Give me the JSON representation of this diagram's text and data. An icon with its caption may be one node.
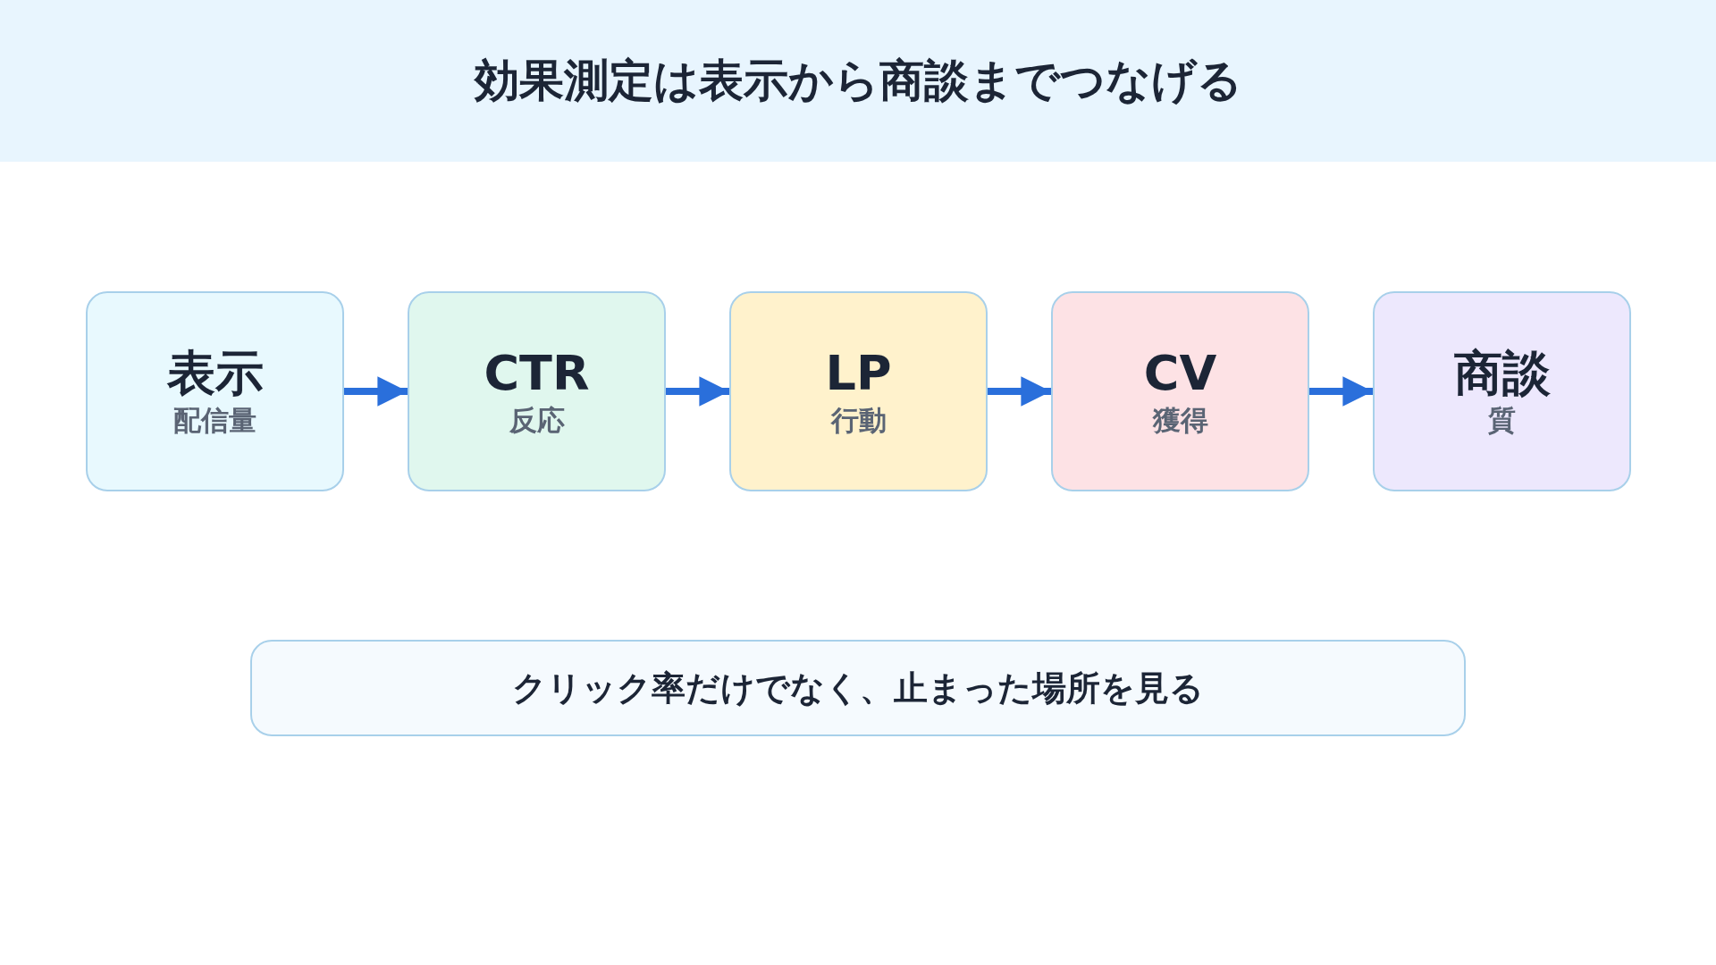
{
  "diagram": {
    "title": "効果測定は表示から商談までつなげる",
    "nodes": [
      {
        "text": [
          "表示",
          "配信量"
        ]
      },
      {
        "text": [
          "CTR",
          "反応"
        ]
      },
      {
        "text": [
          "LP",
          "行動"
        ]
      },
      {
        "text": [
          "CV",
          "獲得"
        ]
      },
      {
        "text": [
          "商談",
          "質"
        ]
      },
      {
        "text": [
          "クリック率だけでなく、止まった場所を見る"
        ]
      }
    ],
    "edges": [
      {
        "from": 0,
        "to": 1,
        "arrow": "to"
      },
      {
        "from": 1,
        "to": 2,
        "arrow": "to"
      },
      {
        "from": 2,
        "to": 3,
        "arrow": "to"
      },
      {
        "from": 3,
        "to": 4,
        "arrow": "to"
      }
    ]
  }
}
